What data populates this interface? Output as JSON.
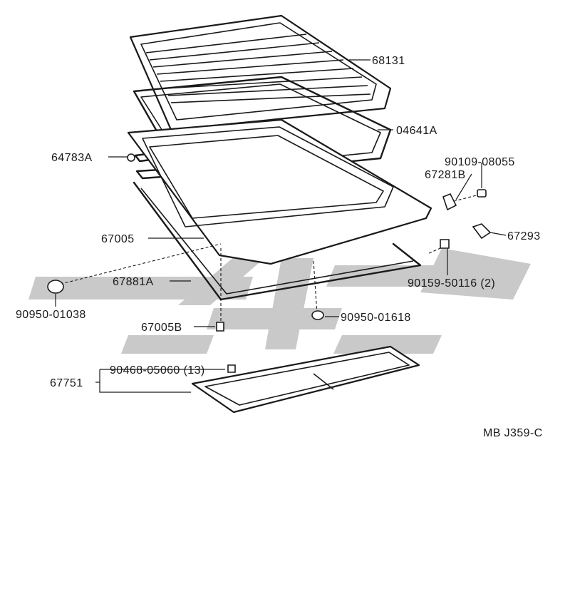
{
  "diagram": {
    "labels": {
      "p68131": "68131",
      "p04641a": "04641A",
      "p64783a": "64783A",
      "p90109": "90109-08055",
      "p67281b": "67281B",
      "p67005": "67005",
      "p67293": "67293",
      "p67881a": "67881A",
      "p90159": "90159-50116 (2)",
      "p90950_01038": "90950-01038",
      "p67005b": "67005B",
      "p90950_01618": "90950-01618",
      "p90468": "90468-05060 (13)",
      "p67751": "67751"
    },
    "reference_code": "MB J359-C"
  },
  "colors": {
    "line": "#1a1a1a",
    "watermark": "#c9c9c9",
    "background": "#ffffff"
  }
}
